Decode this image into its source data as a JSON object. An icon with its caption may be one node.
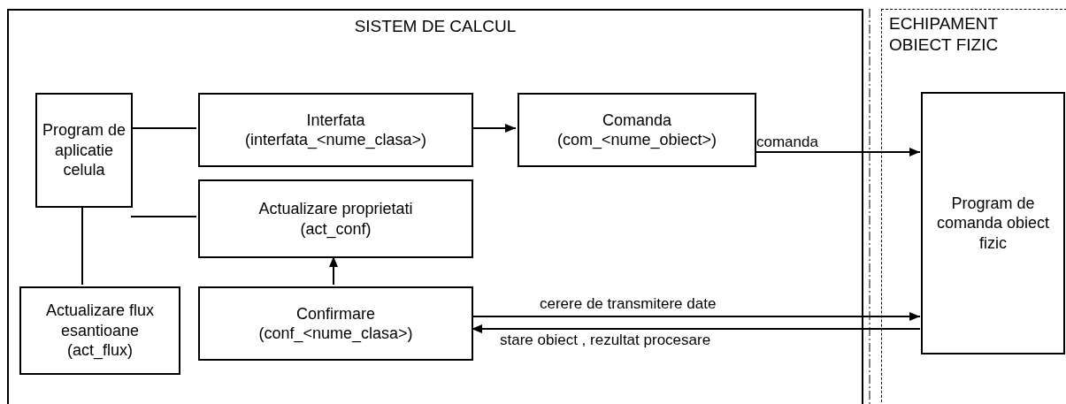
{
  "diagram": {
    "nodes": [
      {
        "text": [
          "SISTEM DE CALCUL"
        ]
      },
      {
        "text": [
          "Program de aplicatie celula"
        ],
        "in": 0
      },
      {
        "text": [
          "Interfata",
          "(interfata_<nume_clasa>)"
        ],
        "in": 0
      },
      {
        "text": [
          "Comanda",
          "(com_<nume_obiect>)"
        ],
        "in": 0
      },
      {
        "text": [
          "Actualizare proprietati",
          "(act_conf)"
        ],
        "in": 0
      },
      {
        "text": [
          "Actualizare flux esantioane",
          "(act_flux)"
        ],
        "in": 0
      },
      {
        "text": [
          "Confirmare",
          "(conf_<nume_clasa>)"
        ],
        "in": 0
      },
      {
        "text": [
          "ECHIPAMENT OBIECT FIZIC"
        ]
      },
      {
        "text": [
          "Program de comanda obiect fizic"
        ],
        "in": 7
      }
    ],
    "edges": [
      {
        "from": 1,
        "to": 2,
        "arrow": "none"
      },
      {
        "from": 2,
        "to": 3,
        "arrow": "to"
      },
      {
        "from": 3,
        "to": 8,
        "arrow": "to",
        "label": "comanda"
      },
      {
        "from": 1,
        "to": 4,
        "arrow": "none"
      },
      {
        "from": 1,
        "to": 5,
        "arrow": "none"
      },
      {
        "from": 6,
        "to": 4,
        "arrow": "to"
      },
      {
        "from": 6,
        "to": 8,
        "arrow": "to",
        "label": "cerere de transmitere date"
      },
      {
        "from": 8,
        "to": 6,
        "arrow": "to",
        "label": "stare obiect , rezultat procesare"
      }
    ]
  }
}
